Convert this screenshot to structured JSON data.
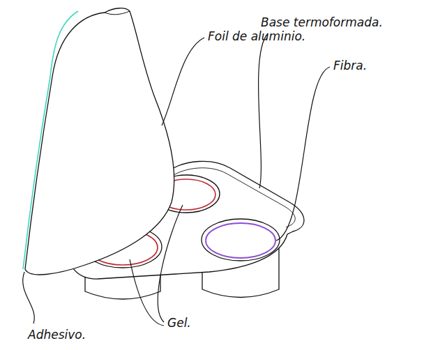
{
  "diagram": {
    "labels": [
      "Foil de aluminio.",
      "Base termoformada.",
      "Fibra.",
      "Gel.",
      "Adhesivo."
    ]
  }
}
